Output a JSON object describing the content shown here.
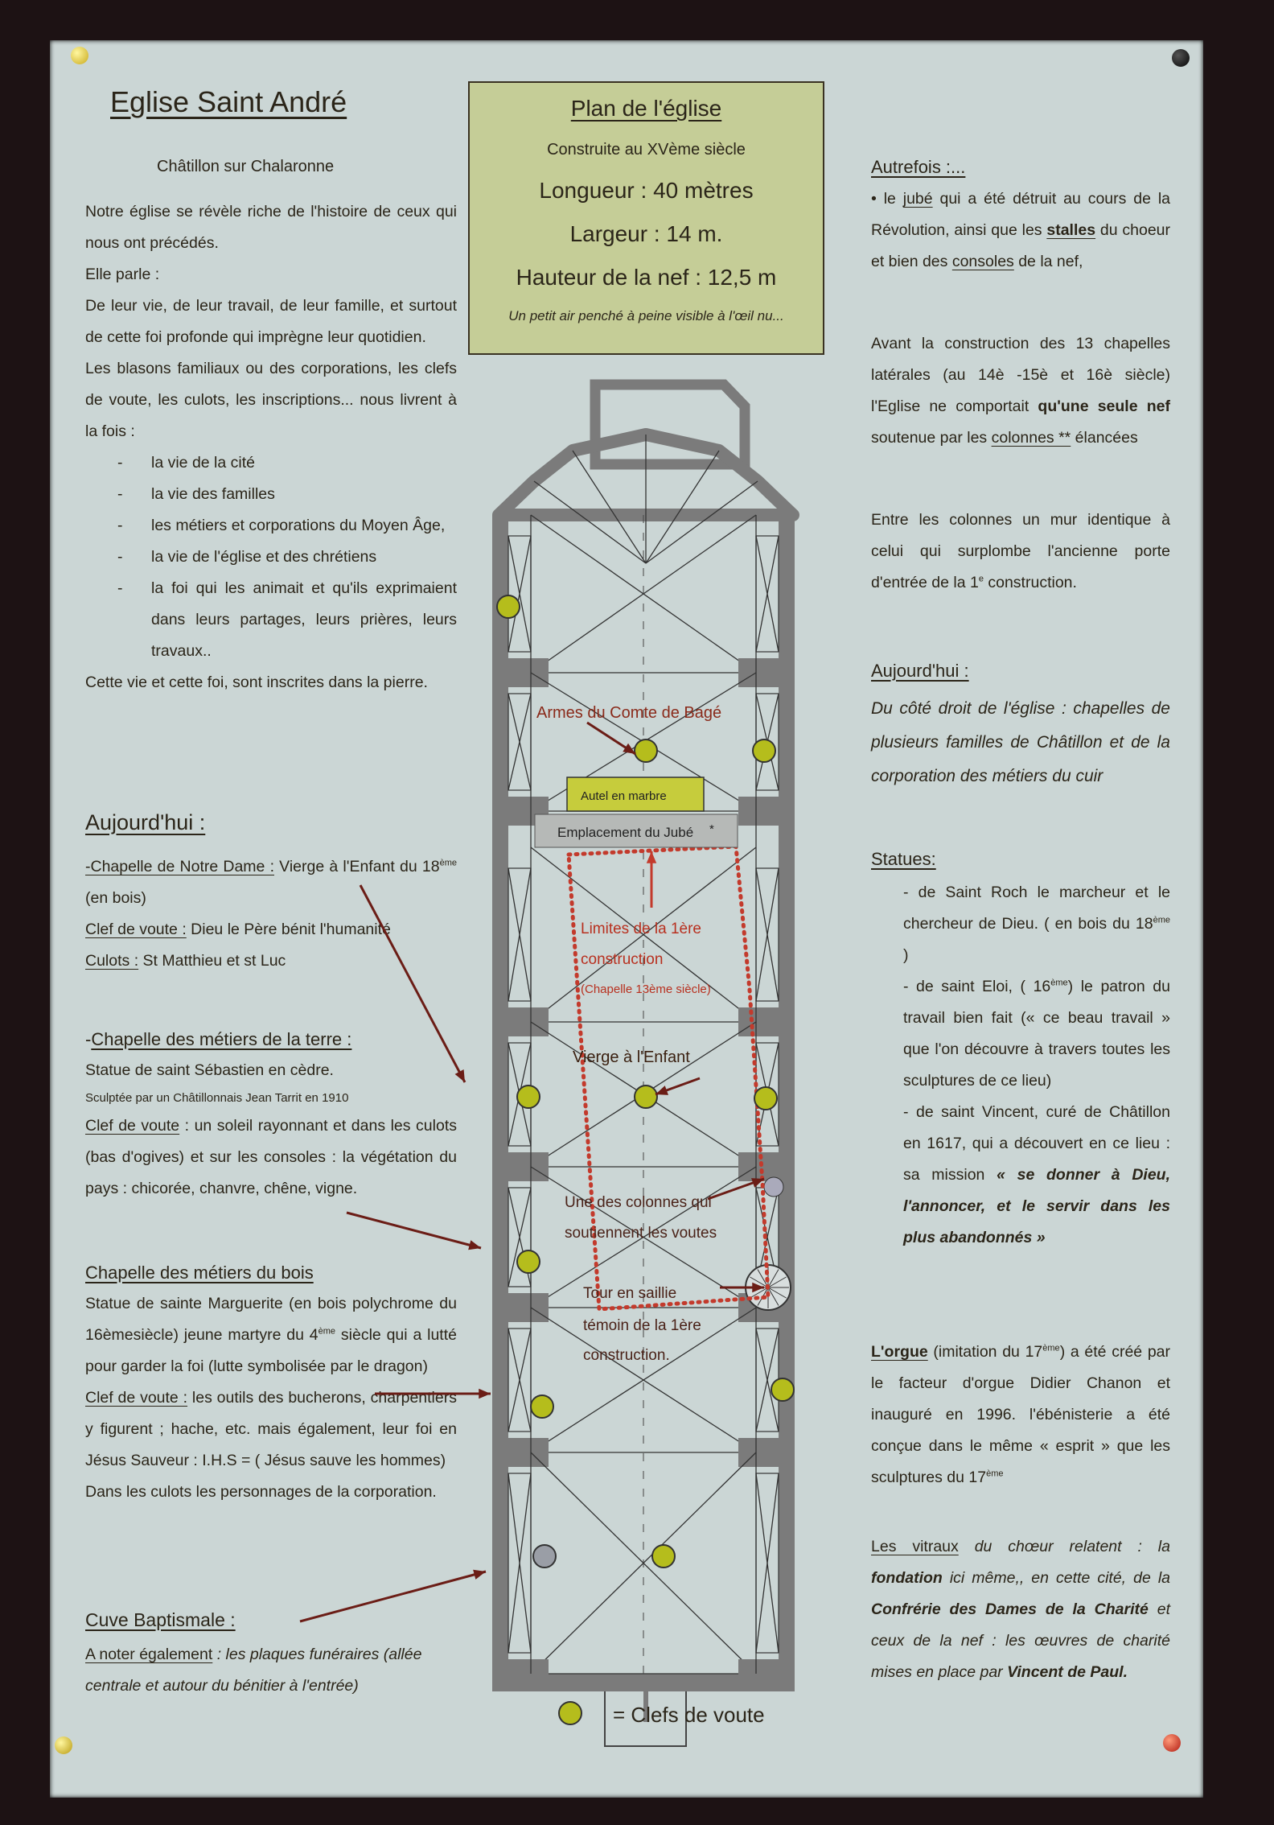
{
  "colors": {
    "background": "#1d1214",
    "paper": "#cbd6d5",
    "infobox": "#c5cd97",
    "keystone": "#b5bd1c",
    "wall": "#7b7b7b",
    "red_outline": "#c33a2c",
    "arrow": "#6b1d16"
  },
  "header": {
    "title": "Eglise Saint André",
    "subtitle": "Châtillon sur Chalaronne"
  },
  "intro": {
    "p1": "Notre église se révèle riche de l'histoire de ceux qui nous ont précédés.",
    "p2": "Elle parle :",
    "p3": "De leur vie, de leur travail, de leur famille, et surtout de cette foi profonde qui imprègne leur quotidien.",
    "p4": "Les blasons familiaux ou des corporations, les clefs de voute, les culots, les inscriptions... nous livrent à la fois :",
    "list": [
      "la vie de la cité",
      "la vie des familles",
      "les métiers et corporations du Moyen Âge,",
      "la vie de l'église et des chrétiens",
      "la foi qui les animait et qu'ils exprimaient dans leurs partages, leurs prières, leurs travaux.."
    ],
    "p5": "Cette vie et cette foi, sont inscrites dans la pierre."
  },
  "left": {
    "heading": "Aujourd'hui :",
    "notre_dame": [
      {
        "t": "-Chapelle de Notre Dame :",
        "s": "u"
      },
      {
        "t": " Vierge à l'Enfant du 18",
        "s": "n"
      },
      {
        "t": "ème",
        "s": "sup"
      },
      {
        "t": " (en bois)",
        "s": "n"
      }
    ],
    "nd_clef": [
      {
        "t": "Clef de voute :",
        "s": "u"
      },
      {
        "t": " Dieu le Père bénit l'humanité",
        "s": "n"
      }
    ],
    "nd_culots": [
      {
        "t": "Culots :",
        "s": "u"
      },
      {
        "t": " St Matthieu et st Luc",
        "s": "n"
      }
    ],
    "terre_title": [
      {
        "t": "-",
        "s": "n"
      },
      {
        "t": "Chapelle des métiers de la terre :",
        "s": "u"
      }
    ],
    "terre_statue": "Statue de saint Sébastien en cèdre.",
    "terre_sculpt": "Sculptée par un Châtillonnais Jean Tarrit en 1910",
    "terre_clef": [
      {
        "t": "Clef de voute",
        "s": "u"
      },
      {
        "t": " : un soleil rayonnant et dans les culots (bas d'ogives) et sur les consoles : la végétation du pays : chicorée, chanvre, chêne, vigne.",
        "s": "n"
      }
    ],
    "bois_title": [
      {
        "t": "Chapelle des métiers du bois",
        "s": "u"
      }
    ],
    "bois_statue": [
      {
        "t": "Statue de sainte Marguerite (en bois polychrome du 16èmesiècle) jeune martyre du 4",
        "s": "n"
      },
      {
        "t": "ème",
        "s": "sup"
      },
      {
        "t": " siècle qui a lutté pour garder la foi (lutte symbolisée par le dragon)",
        "s": "n"
      }
    ],
    "bois_clef": [
      {
        "t": "Clef de voute :",
        "s": "u"
      },
      {
        "t": " les outils des bucherons, charpentiers y figurent ; hache, etc. mais également, leur foi en Jésus Sauveur : I.H.S = ( Jésus sauve les hommes)",
        "s": "n"
      }
    ],
    "bois_culots": "Dans les culots les personnages de la corporation.",
    "cuve": [
      {
        "t": "Cuve Baptismale :",
        "s": "u"
      }
    ],
    "noter": [
      {
        "t": "A noter également",
        "s": "u"
      },
      {
        "t": " : les plaques funéraires (allée centrale et autour du bénitier à l'entrée)",
        "s": "i"
      }
    ]
  },
  "infobox": {
    "title": "Plan de l'église",
    "built": "Construite au XVème siècle",
    "length": "Longueur : 40 mètres",
    "width": "Largeur : 14 m.",
    "height": "Hauteur de la nef : 12,5 m",
    "note": "Un petit air penché à peine visible à l'œil nu..."
  },
  "plan": {
    "labels": {
      "armes": "Armes du Comte de Bagé",
      "autel": "Autel en marbre",
      "jube": "Emplacement du Jubé",
      "jube_mark": "*",
      "limites": [
        "Limites de la 1ère",
        "construction",
        "(Chapelle 13ème siècle)"
      ],
      "vierge": "Vierge à l'Enfant",
      "colonnes": [
        "Une des colonnes qui",
        "soutiennent les voutes"
      ],
      "tour": [
        "Tour en saillie",
        "témoin de la 1ère",
        "construction."
      ]
    },
    "legend": "= Clefs de voute"
  },
  "right": {
    "autrefois": "Autrefois :...",
    "jube": [
      {
        "t": "• le ",
        "s": "n"
      },
      {
        "t": "jubé",
        "s": "u"
      },
      {
        "t": " qui a été détruit au cours de la Révolution, ainsi que les ",
        "s": "n"
      },
      {
        "t": "stalles",
        "s": "ub"
      },
      {
        "t": " du choeur et bien des ",
        "s": "n"
      },
      {
        "t": "consoles",
        "s": "u"
      },
      {
        "t": " de la nef,",
        "s": "n"
      }
    ],
    "avant": [
      {
        "t": "Avant la construction des 13 chapelles latérales (au 14è -15è et 16è siècle) l'Eglise ne comportait ",
        "s": "n"
      },
      {
        "t": "qu'une seule nef",
        "s": "b"
      },
      {
        "t": " soutenue par les ",
        "s": "n"
      },
      {
        "t": "colonnes **",
        "s": "u"
      },
      {
        "t": " élancées",
        "s": "n"
      }
    ],
    "entre": [
      {
        "t": "Entre les colonnes un mur identique à celui qui surplombe l'ancienne porte d'entrée de la 1",
        "s": "n"
      },
      {
        "t": "e",
        "s": "sup"
      },
      {
        "t": " construction.",
        "s": "n"
      }
    ],
    "aujourdhui": "Aujourd'hui :",
    "cote_droit": "Du côté droit de l'église : chapelles de plusieurs familles de Châtillon et de la corporation des métiers du cuir",
    "statues": "Statues:",
    "roch": [
      {
        "t": "- de Saint Roch le marcheur et le chercheur de Dieu. ( en bois du 18",
        "s": "n"
      },
      {
        "t": "ème",
        "s": "sup"
      },
      {
        "t": " )",
        "s": "n"
      }
    ],
    "eloi": [
      {
        "t": "- de saint Eloi, ( 16",
        "s": "n"
      },
      {
        "t": "ème",
        "s": "sup"
      },
      {
        "t": ") le patron du travail bien fait (« ce beau travail » que l'on découvre à travers toutes les sculptures de ce lieu)",
        "s": "n"
      }
    ],
    "vincent": [
      {
        "t": "- de saint Vincent, curé de Châtillon en 1617, qui a découvert en ce lieu : sa mission ",
        "s": "n"
      },
      {
        "t": "« se donner à Dieu, l'annoncer, et le servir dans les plus abandonnés »",
        "s": "bi"
      }
    ],
    "orgue": [
      {
        "t": "L'orgue",
        "s": "ub"
      },
      {
        "t": " (imitation du 17",
        "s": "n"
      },
      {
        "t": "ème",
        "s": "sup"
      },
      {
        "t": ") a été créé par le facteur d'orgue Didier Chanon et inauguré en 1996. l'ébénisterie a été conçue dans le même « esprit » que les sculptures du 17",
        "s": "n"
      },
      {
        "t": "ème",
        "s": "sup"
      }
    ],
    "vitraux": [
      {
        "t": "Les vitraux",
        "s": "u"
      },
      {
        "t": " du chœur relatent : la ",
        "s": "i"
      },
      {
        "t": "fondation",
        "s": "bi"
      },
      {
        "t": " ici même,, en cette cité, de la ",
        "s": "i"
      },
      {
        "t": "Confrérie des Dames de la Charité",
        "s": "bi"
      },
      {
        "t": " et ceux de la nef : les œuvres de charité mises en place par ",
        "s": "i"
      },
      {
        "t": "Vincent de Paul.",
        "s": "bi"
      }
    ]
  }
}
